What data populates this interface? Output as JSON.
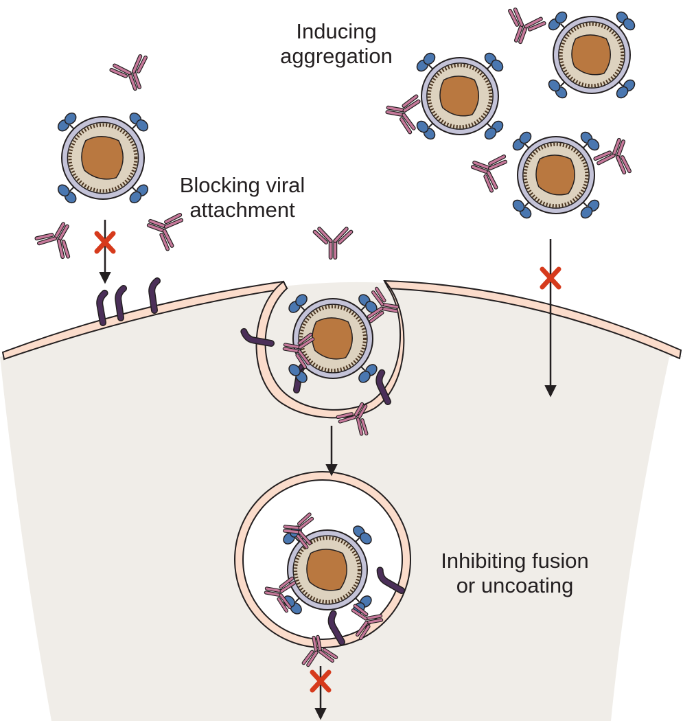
{
  "labels": {
    "inducing_aggregation": [
      "Inducing",
      "aggregation"
    ],
    "blocking_attachment": [
      "Blocking viral",
      "attachment"
    ],
    "inhibiting_fusion": [
      "Inhibiting fusion",
      "or uncoating"
    ]
  },
  "colors": {
    "cell_fill": "#f0ede8",
    "membrane_fill": "#fbdccb",
    "outline": "#231f20",
    "antibody": "#c7799b",
    "glycoprotein": "#4a77b0",
    "receptor": "#4b2f59",
    "envelope": "#c4c3d8",
    "capsid_fill": "#ddd2bf",
    "capsid_beads": "#4a3420",
    "core": "#b97840",
    "block_x": "#d63a1c"
  },
  "icons": {
    "virion": "virion-icon",
    "antibody": "antibody-icon",
    "receptor": "receptor-icon",
    "block": "block-x-icon",
    "arrow": "arrow-down-icon"
  }
}
